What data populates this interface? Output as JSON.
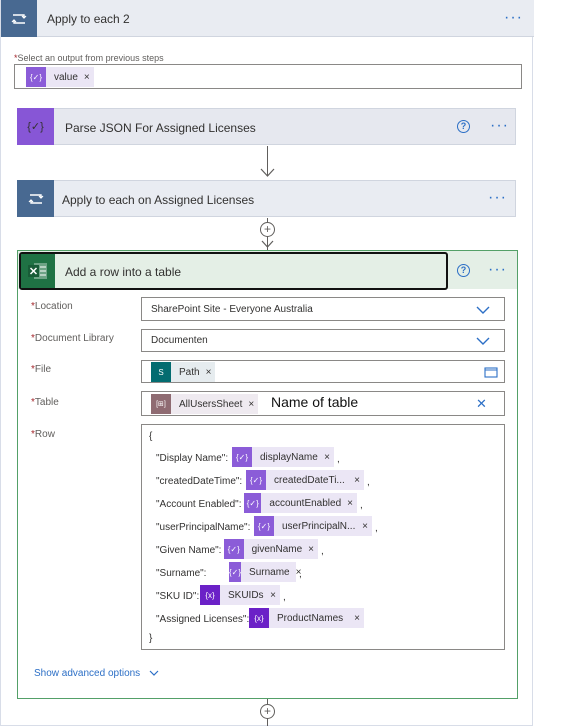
{
  "outer_loop": {
    "title": "Apply to each 2",
    "menu": "···"
  },
  "select_output": {
    "label": "Select an output from previous steps",
    "required_mark": "*",
    "token": {
      "icon": "{✓}",
      "label": "value",
      "remove": "×"
    }
  },
  "parse_json": {
    "title": "Parse JSON For Assigned Licenses",
    "help": "?",
    "menu": "···",
    "icon": "{✓}"
  },
  "inner_loop": {
    "title": "Apply to each on Assigned Licenses",
    "menu": "···"
  },
  "add_row": {
    "title": "Add a row into a table",
    "help": "?",
    "menu": "···",
    "fields": {
      "location": {
        "label": "Location",
        "value": "SharePoint Site - Everyone Australia"
      },
      "document_library": {
        "label": "Document Library",
        "value": "Documenten"
      },
      "file": {
        "label": "File",
        "token": "Path",
        "remove": "×"
      },
      "table": {
        "label": "Table",
        "token": "AllUsersSheet",
        "token_icon": "[⊞]",
        "remove": "×",
        "annotation": "Name of table",
        "clear": "✕"
      },
      "row": {
        "label": "Row",
        "open_brace": "{",
        "close_brace": "}",
        "lines": [
          {
            "key": "\"Display Name\":",
            "icon": "{✓}",
            "token": "displayName",
            "remove": "×",
            "suffix": ","
          },
          {
            "key": "\"createdDateTime\":",
            "icon": "{✓}",
            "token": "createdDateTi...",
            "remove": "×",
            "suffix": ","
          },
          {
            "key": "\"Account Enabled\":",
            "icon": "{✓}",
            "token": "accountEnabled",
            "remove": "×",
            "suffix": ","
          },
          {
            "key": "\"userPrincipalName\":",
            "icon": "{✓}",
            "token": "userPrincipalN...",
            "remove": "×",
            "suffix": ","
          },
          {
            "key": "\"Given Name\":",
            "icon": "{✓}",
            "token": "givenName",
            "remove": "×",
            "suffix": ","
          },
          {
            "key": "\"Surname\":",
            "icon": "{✓}",
            "token": "Surname",
            "remove": "×",
            "suffix": ","
          },
          {
            "key": "\"SKU ID\":",
            "icon": "{x}",
            "token": "SKUIDs",
            "remove": "×",
            "suffix": ","
          },
          {
            "key": "\"Assigned Licenses\":",
            "icon": "{x}",
            "token": "ProductNames",
            "remove": "×",
            "suffix": ""
          }
        ]
      }
    },
    "advanced_options": "Show advanced options"
  },
  "colors": {
    "loop": "#486991",
    "accent": "#2c6fc6",
    "excel": "#1f7244",
    "token_bg": "#ebe6f5",
    "token_icon": "#8b5cd8"
  }
}
